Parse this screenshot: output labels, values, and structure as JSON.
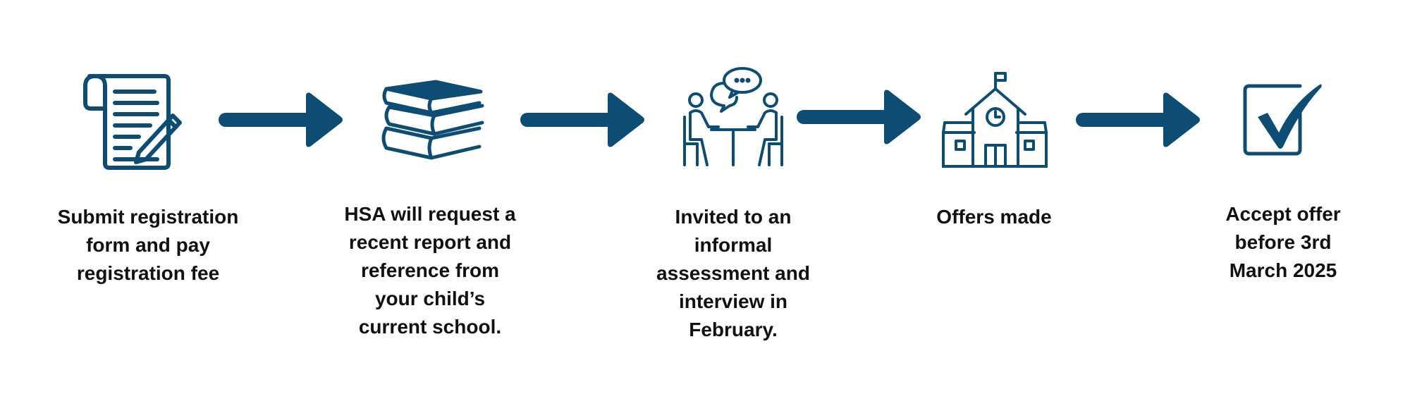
{
  "colors": {
    "primary": "#0e4d73",
    "text": "#111111",
    "background": "#ffffff"
  },
  "steps": [
    {
      "icon": "document-pen-icon",
      "label": "Submit registration\nform and pay\nregistration fee"
    },
    {
      "icon": "stacked-books-icon",
      "label": "HSA will request a\nrecent report and\nreference from\nyour child’s\ncurrent school."
    },
    {
      "icon": "interview-conversation-icon",
      "label": "Invited to an\ninformal\nassessment and\ninterview in\nFebruary."
    },
    {
      "icon": "school-building-icon",
      "label": "Offers made"
    },
    {
      "icon": "checkbox-check-icon",
      "label": "Accept offer\nbefore 3rd\nMarch 2025"
    }
  ],
  "connectors": [
    "arrow-right-icon",
    "arrow-right-icon",
    "arrow-right-icon",
    "arrow-right-icon"
  ]
}
